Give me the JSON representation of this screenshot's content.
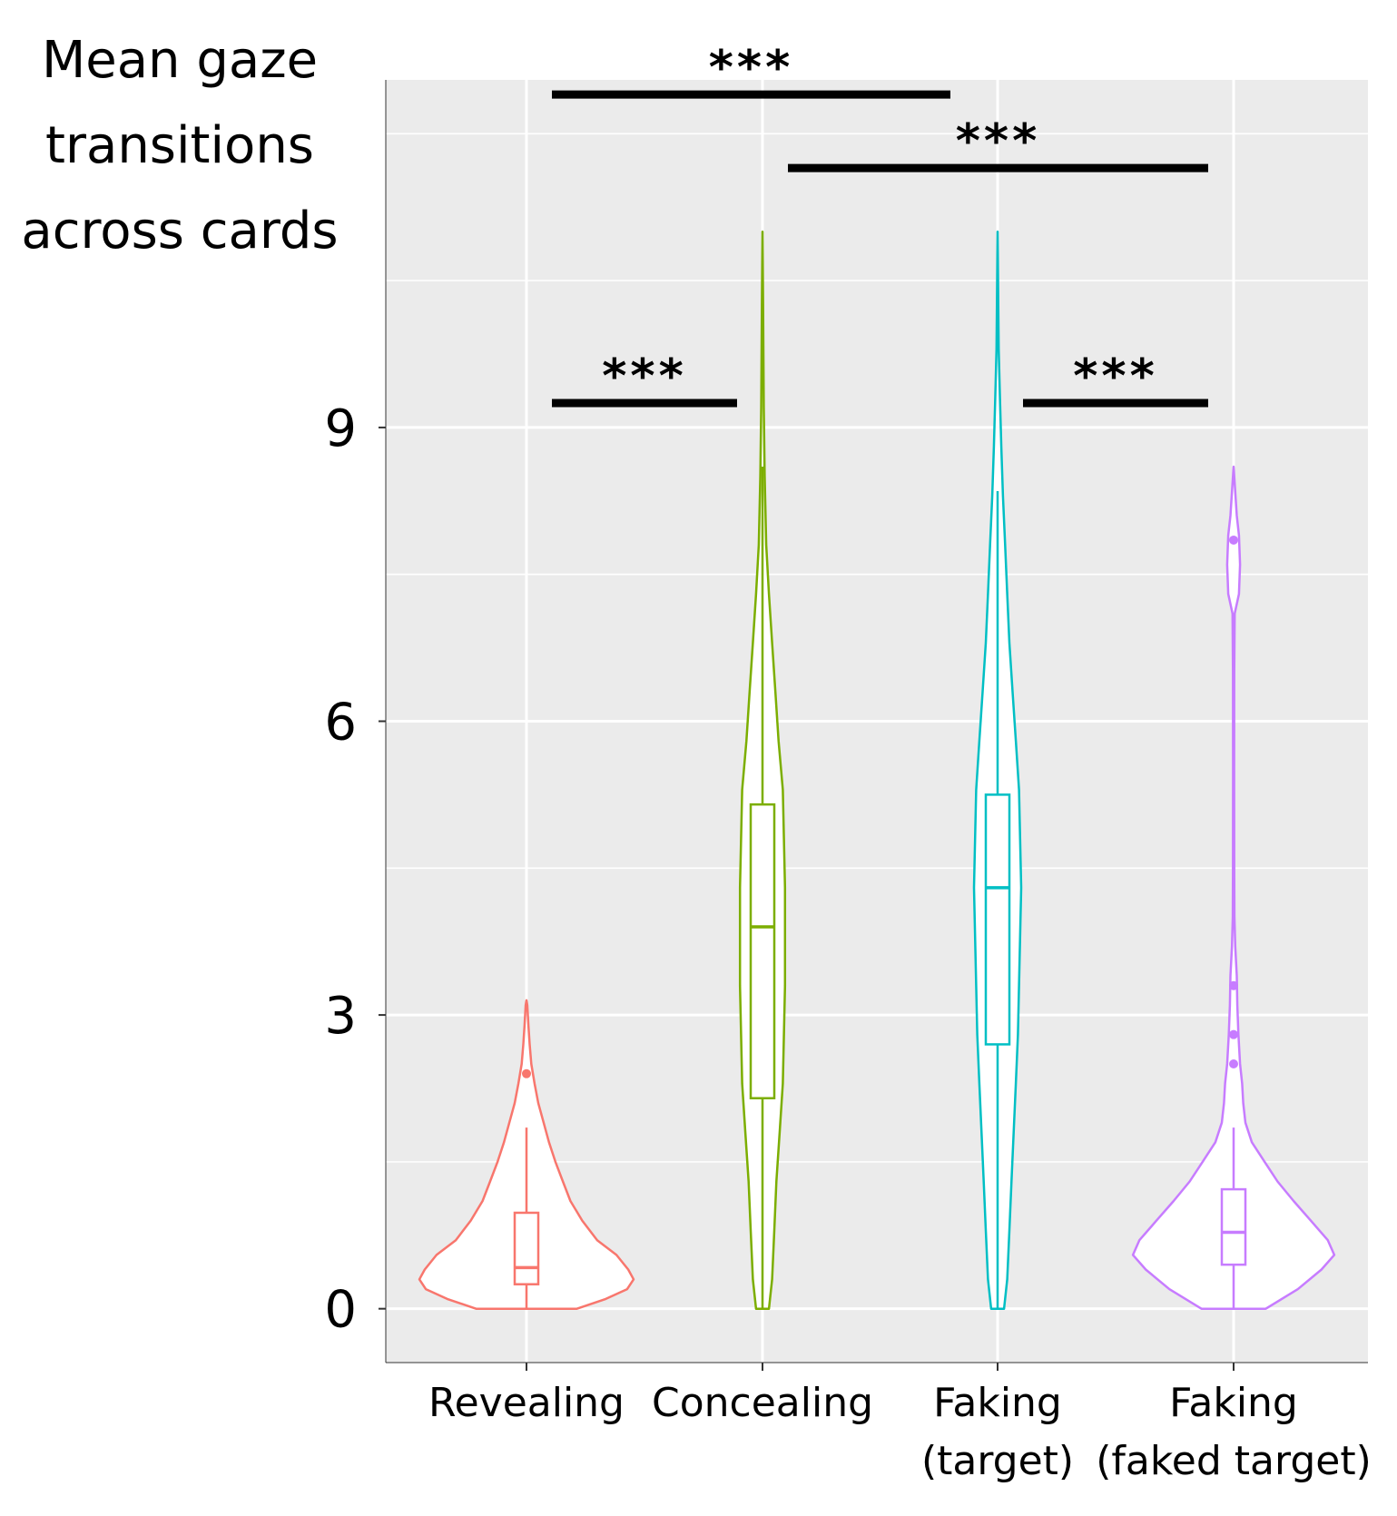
{
  "chart_data": {
    "type": "violin",
    "ylabel_lines": [
      "Mean gaze",
      "transitions",
      "across cards"
    ],
    "ylim": [
      -0.55,
      12.55
    ],
    "yticks": [
      0,
      3,
      6,
      9
    ],
    "ytick_labels": [
      "0",
      "3",
      "6",
      "9"
    ],
    "grid": true,
    "categories": [
      {
        "label_lines": [
          "Revealing"
        ]
      },
      {
        "label_lines": [
          "Concealing"
        ]
      },
      {
        "label_lines": [
          "Faking",
          "(target)"
        ]
      },
      {
        "label_lines": [
          "Faking",
          "(faked target)"
        ]
      }
    ],
    "series": [
      {
        "color": "#F8766D",
        "violin": [
          [
            0,
            0.47
          ],
          [
            0.1,
            0.74
          ],
          [
            0.2,
            0.94
          ],
          [
            0.3,
            1.0
          ],
          [
            0.4,
            0.95
          ],
          [
            0.55,
            0.84
          ],
          [
            0.7,
            0.66
          ],
          [
            0.9,
            0.52
          ],
          [
            1.1,
            0.41
          ],
          [
            1.3,
            0.34
          ],
          [
            1.5,
            0.27
          ],
          [
            1.7,
            0.21
          ],
          [
            1.9,
            0.16
          ],
          [
            2.1,
            0.11
          ],
          [
            2.3,
            0.075
          ],
          [
            2.5,
            0.045
          ],
          [
            2.7,
            0.03
          ],
          [
            2.9,
            0.018
          ],
          [
            3.1,
            0.008
          ],
          [
            3.15,
            0.0
          ]
        ],
        "box": {
          "q1": 0.25,
          "median": 0.42,
          "q3": 0.98,
          "whisker_low": 0.0,
          "whisker_high": 1.85
        },
        "outliers": [
          2.4
        ]
      },
      {
        "color": "#7CAE00",
        "violin": [
          [
            0,
            0.06
          ],
          [
            0.3,
            0.09
          ],
          [
            0.8,
            0.11
          ],
          [
            1.3,
            0.13
          ],
          [
            1.8,
            0.16
          ],
          [
            2.3,
            0.19
          ],
          [
            2.8,
            0.2
          ],
          [
            3.3,
            0.21
          ],
          [
            3.8,
            0.21
          ],
          [
            4.3,
            0.21
          ],
          [
            4.8,
            0.2
          ],
          [
            5.3,
            0.19
          ],
          [
            5.8,
            0.15
          ],
          [
            6.3,
            0.12
          ],
          [
            6.8,
            0.09
          ],
          [
            7.3,
            0.06
          ],
          [
            7.8,
            0.035
          ],
          [
            8.5,
            0.02
          ],
          [
            9.2,
            0.012
          ],
          [
            10.2,
            0.006
          ],
          [
            11.0,
            0.0
          ]
        ],
        "box": {
          "q1": 2.15,
          "median": 3.9,
          "q3": 5.15,
          "whisker_low": 0.0,
          "whisker_high": 8.6
        },
        "outliers": []
      },
      {
        "color": "#00BFC4",
        "violin": [
          [
            0,
            0.06
          ],
          [
            0.3,
            0.09
          ],
          [
            0.8,
            0.11
          ],
          [
            1.3,
            0.13
          ],
          [
            1.8,
            0.15
          ],
          [
            2.3,
            0.17
          ],
          [
            2.8,
            0.19
          ],
          [
            3.3,
            0.2
          ],
          [
            3.8,
            0.21
          ],
          [
            4.3,
            0.22
          ],
          [
            4.8,
            0.21
          ],
          [
            5.3,
            0.2
          ],
          [
            5.8,
            0.17
          ],
          [
            6.3,
            0.14
          ],
          [
            6.8,
            0.11
          ],
          [
            7.3,
            0.09
          ],
          [
            7.8,
            0.07
          ],
          [
            8.3,
            0.05
          ],
          [
            8.8,
            0.035
          ],
          [
            9.3,
            0.022
          ],
          [
            9.8,
            0.01
          ],
          [
            10.5,
            0.004
          ],
          [
            11.0,
            0.0
          ]
        ],
        "box": {
          "q1": 2.7,
          "median": 4.3,
          "q3": 5.25,
          "whisker_low": 0.0,
          "whisker_high": 8.35
        },
        "outliers": []
      },
      {
        "color": "#C77CFF",
        "violin": [
          [
            0,
            0.3
          ],
          [
            0.2,
            0.6
          ],
          [
            0.4,
            0.82
          ],
          [
            0.55,
            0.94
          ],
          [
            0.7,
            0.88
          ],
          [
            0.9,
            0.72
          ],
          [
            1.1,
            0.56
          ],
          [
            1.3,
            0.41
          ],
          [
            1.5,
            0.29
          ],
          [
            1.7,
            0.17
          ],
          [
            1.9,
            0.11
          ],
          [
            2.1,
            0.09
          ],
          [
            2.3,
            0.08
          ],
          [
            2.5,
            0.06
          ],
          [
            2.8,
            0.045
          ],
          [
            3.1,
            0.035
          ],
          [
            3.4,
            0.03
          ],
          [
            3.7,
            0.015
          ],
          [
            4.0,
            0.008
          ],
          [
            4.5,
            0.006
          ],
          [
            5.5,
            0.005
          ],
          [
            6.5,
            0.006
          ],
          [
            7.1,
            0.01
          ],
          [
            7.3,
            0.05
          ],
          [
            7.6,
            0.06
          ],
          [
            7.9,
            0.05
          ],
          [
            8.1,
            0.03
          ],
          [
            8.4,
            0.012
          ],
          [
            8.6,
            0.0
          ]
        ],
        "box": {
          "q1": 0.45,
          "median": 0.78,
          "q3": 1.22,
          "whisker_low": 0.0,
          "whisker_high": 1.85
        },
        "outliers": [
          2.5,
          2.8,
          3.3,
          7.85
        ]
      }
    ],
    "annotations": [
      {
        "text": "***",
        "from": 0,
        "to": 2,
        "y": 12.4
      },
      {
        "text": "***",
        "from": 1,
        "to": 3,
        "y": 11.65
      },
      {
        "text": "***",
        "from": 0,
        "to": 1,
        "y": 9.25
      },
      {
        "text": "***",
        "from": 2,
        "to": 3,
        "y": 9.25
      }
    ]
  }
}
